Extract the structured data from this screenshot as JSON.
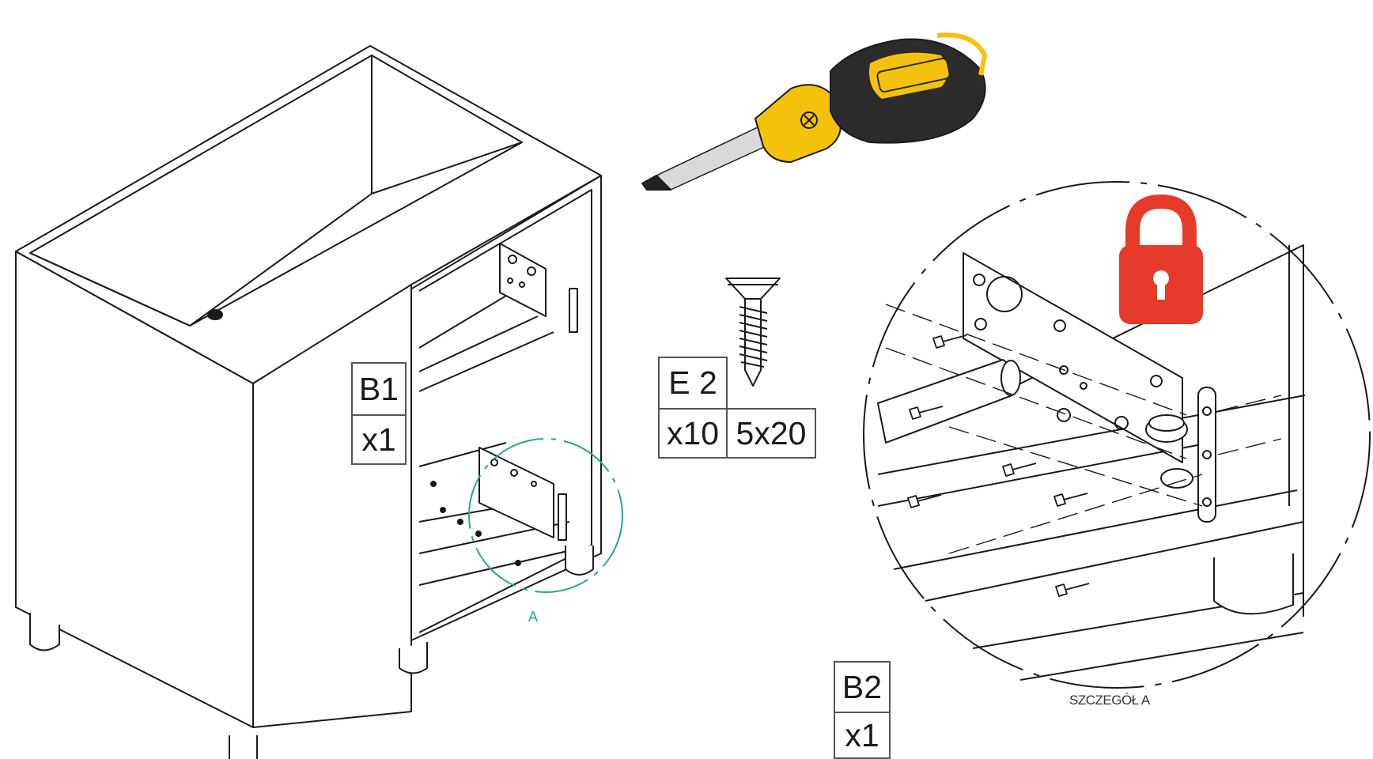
{
  "parts": {
    "b1": {
      "id": "B1",
      "qty": "x1"
    },
    "b2": {
      "id": "B2",
      "qty": "x1"
    },
    "e2": {
      "id": "E 2",
      "qty": "x10",
      "size": "5x20"
    }
  },
  "detail": {
    "marker": "A",
    "caption": "SZCZEGÓŁ A"
  },
  "icons": {
    "tool": "screwdriver-icon",
    "lock": "padlock-icon",
    "screw": "screw-icon"
  },
  "colors": {
    "lock": "#e63a2a",
    "detail_circle": "#2aa58e",
    "handle_yellow": "#f4c20d",
    "handle_black": "#2b2b2b"
  }
}
